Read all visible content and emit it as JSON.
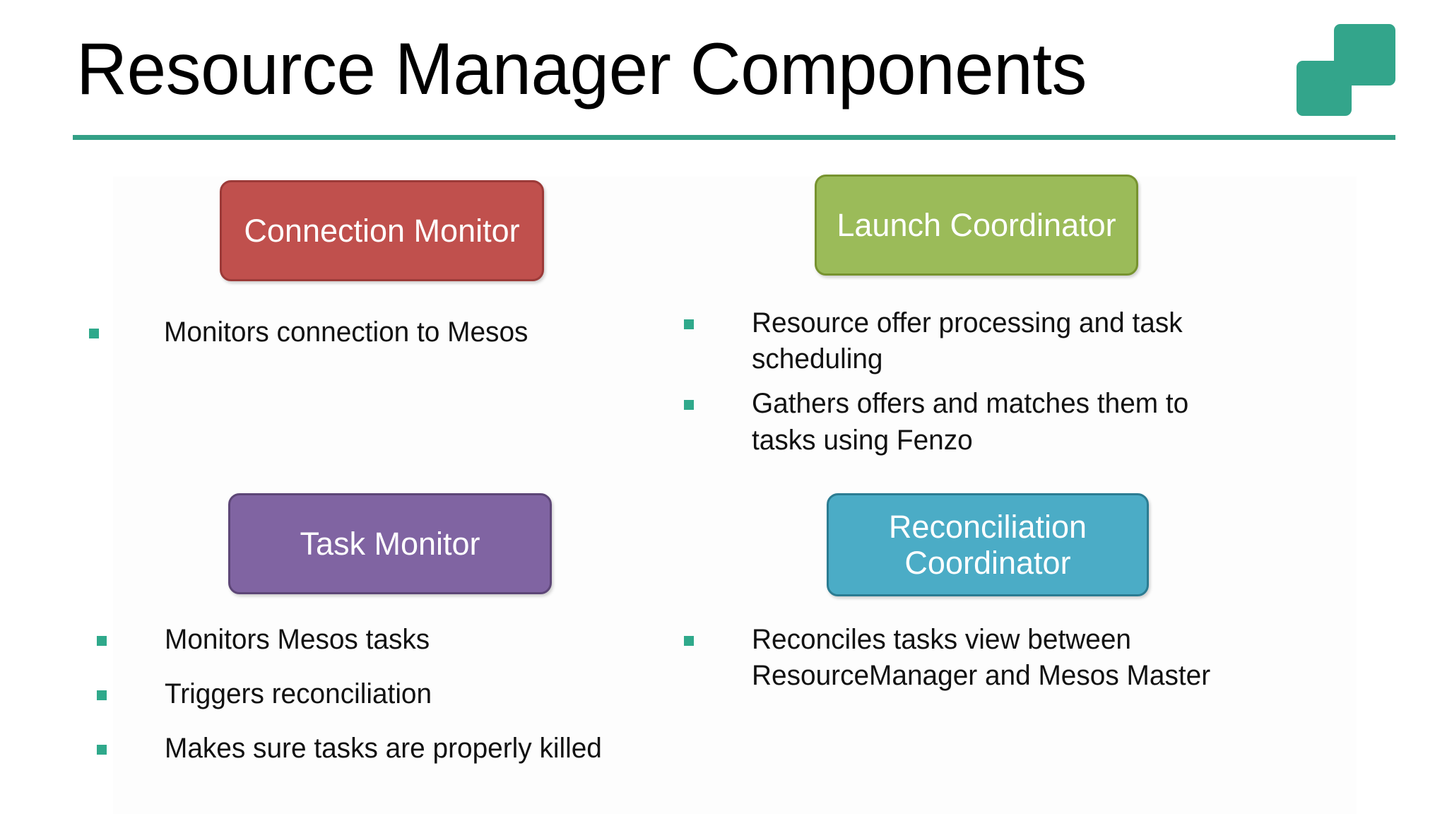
{
  "slide": {
    "title": "Resource Manager Components",
    "accent_color": "#33A086",
    "logo": {
      "name": "two-squares-logo",
      "color": "#33A58B"
    }
  },
  "components": [
    {
      "id": "connection-monitor",
      "label": "Connection Monitor",
      "fill": "#C0504D",
      "border": "#9C3A38",
      "bullets": [
        "Monitors connection to Mesos"
      ]
    },
    {
      "id": "launch-coordinator",
      "label": "Launch Coordinator",
      "fill": "#9BBB59",
      "border": "#77932F",
      "bullets": [
        "Resource offer processing and task scheduling",
        "Gathers offers and matches them to tasks using Fenzo"
      ]
    },
    {
      "id": "task-monitor",
      "label": "Task Monitor",
      "fill": "#8064A2",
      "border": "#5D4677",
      "bullets": [
        "Monitors Mesos tasks",
        "Triggers reconciliation",
        "Makes sure tasks are properly killed"
      ]
    },
    {
      "id": "reconciliation-coordinator",
      "label": "Reconciliation Coordinator",
      "fill": "#4BACC6",
      "border": "#2B7C92",
      "bullets": [
        "Reconciles tasks view between ResourceManager and Mesos Master"
      ]
    }
  ],
  "bullet_marker_color": "#2FA98B"
}
